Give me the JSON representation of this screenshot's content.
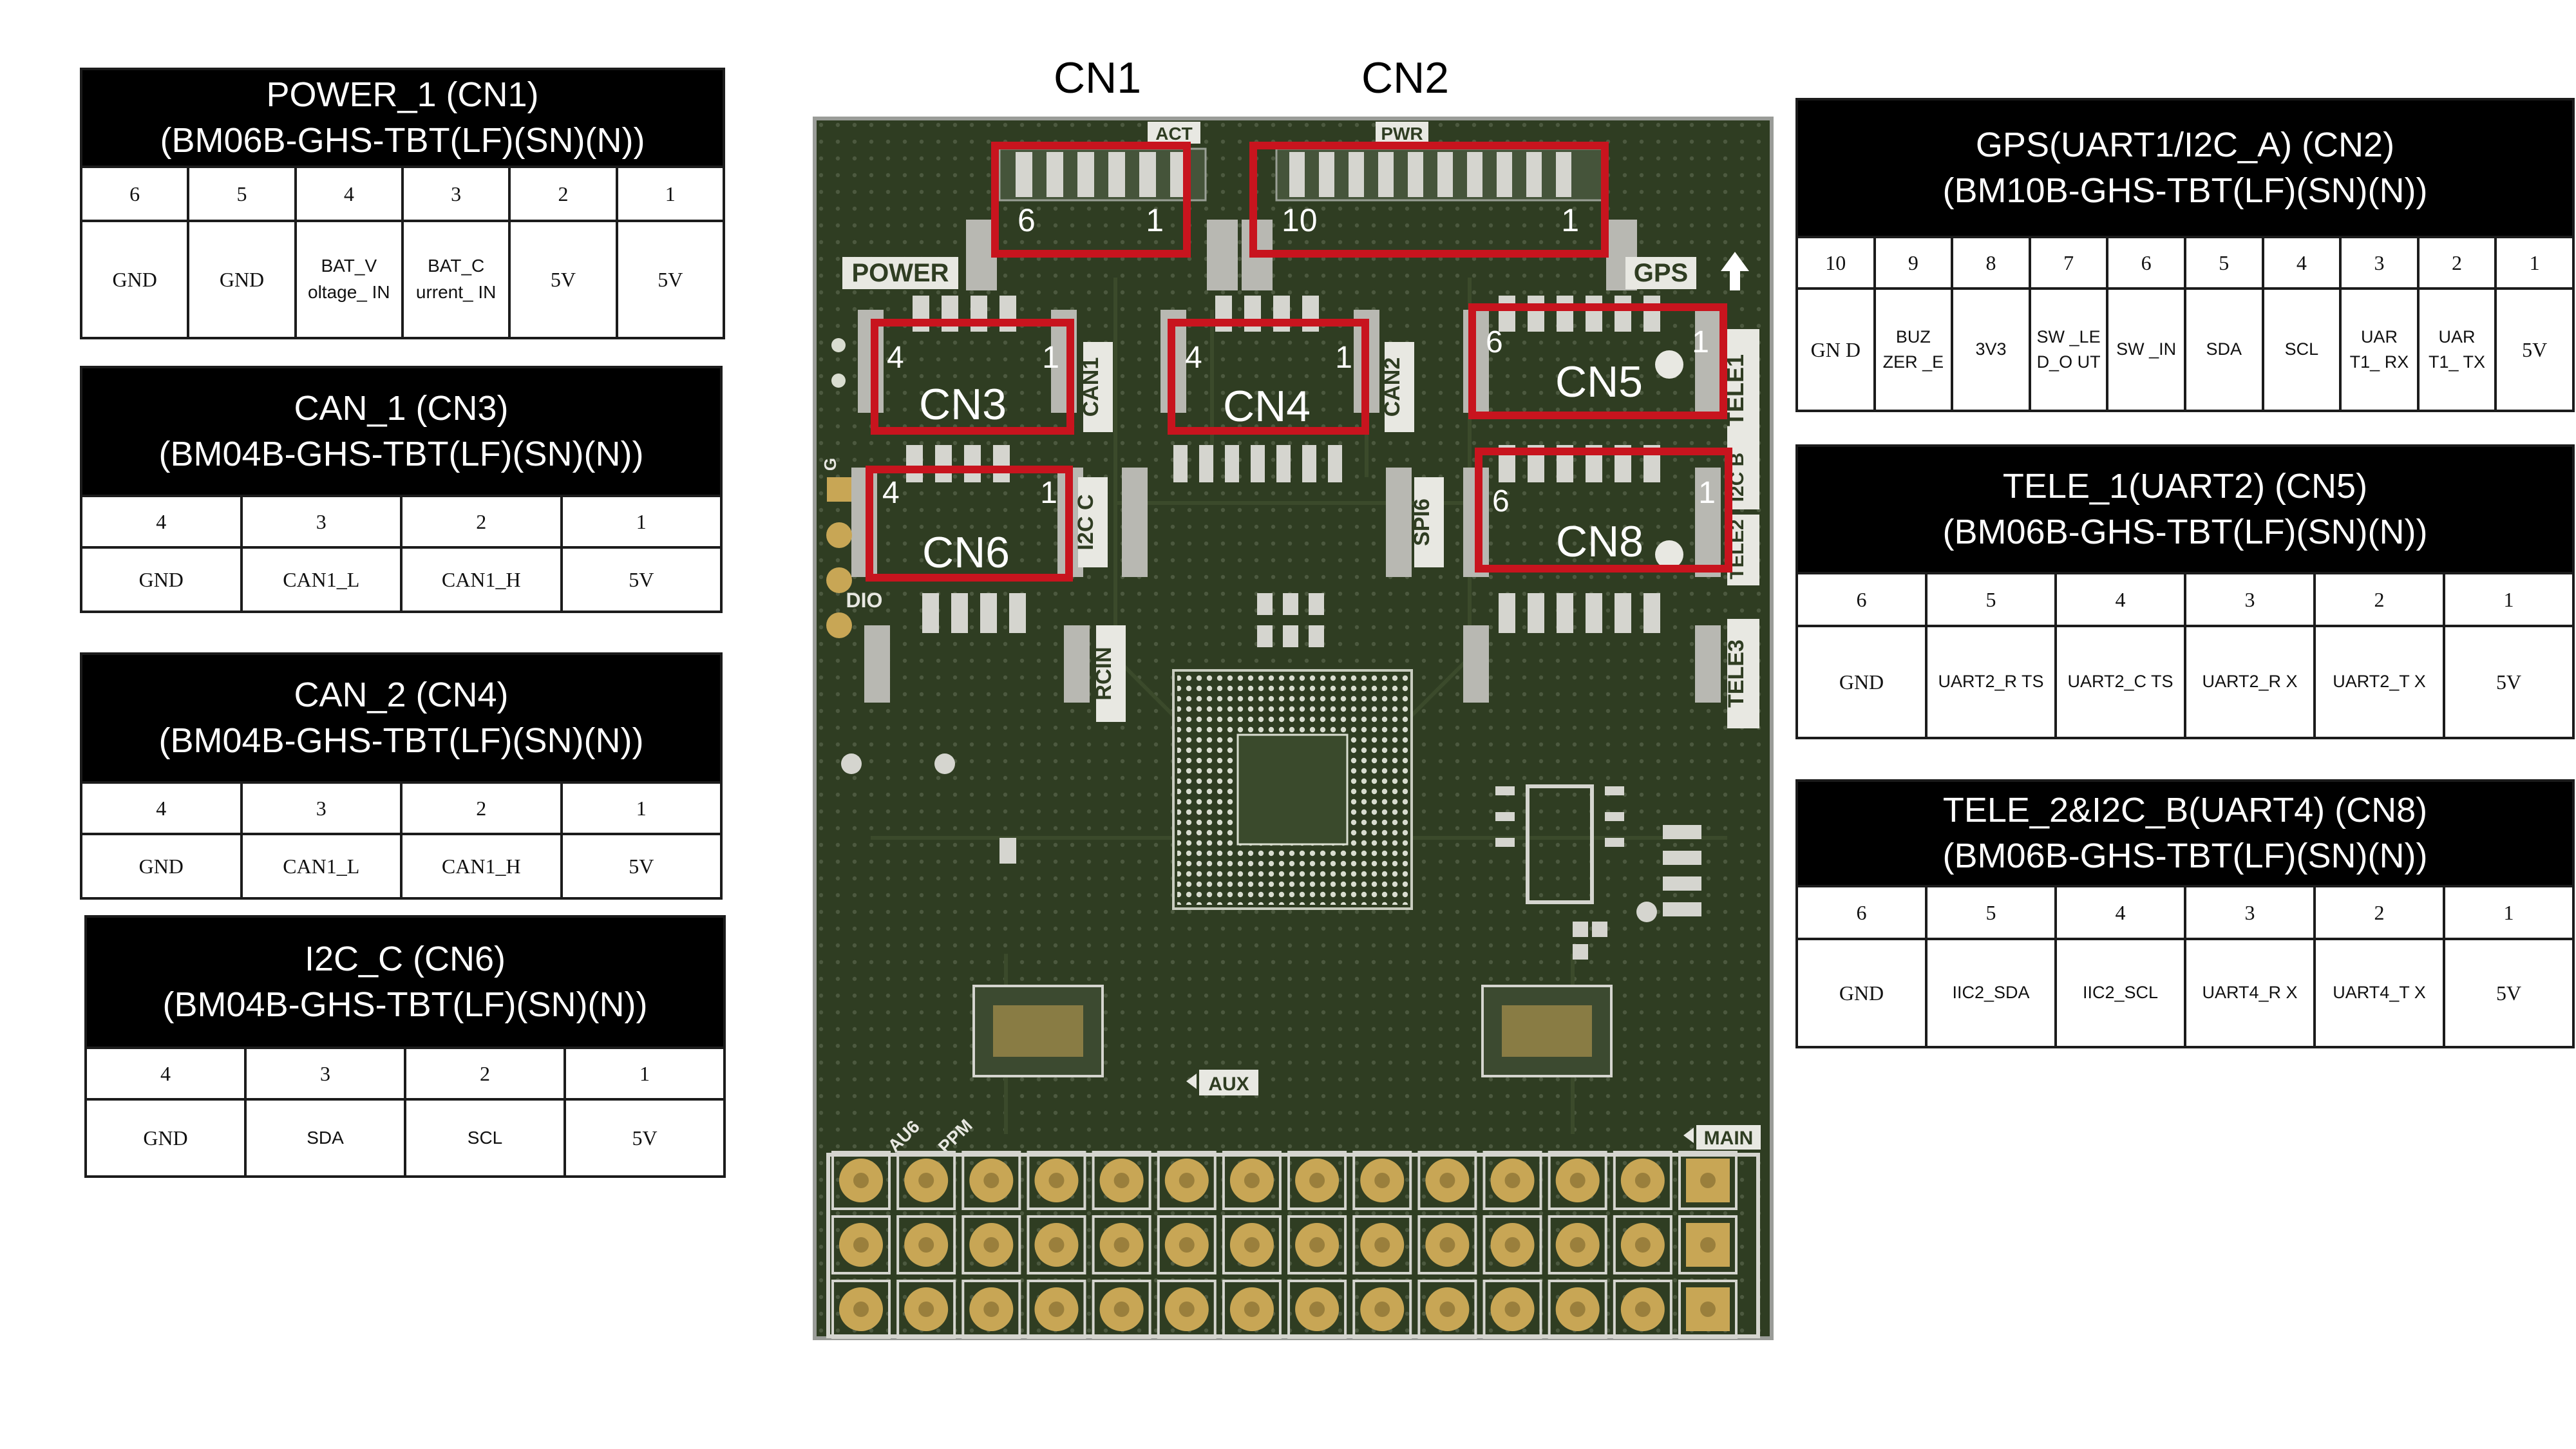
{
  "top_labels": {
    "cn1": "CN1",
    "cn2": "CN2"
  },
  "tables": {
    "power1": {
      "title": "POWER_1 (CN1)",
      "part": "(BM06B-GHS-TBT(LF)(SN)(N))",
      "pins": [
        "6",
        "5",
        "4",
        "3",
        "2",
        "1"
      ],
      "signals": [
        "GND",
        "GND",
        "BAT_V oltage_ IN",
        "BAT_C urrent_ IN",
        "5V",
        "5V"
      ]
    },
    "can1": {
      "title": "CAN_1 (CN3)",
      "part": "(BM04B-GHS-TBT(LF)(SN)(N))",
      "pins": [
        "4",
        "3",
        "2",
        "1"
      ],
      "signals": [
        "GND",
        "CAN1_L",
        "CAN1_H",
        "5V"
      ]
    },
    "can2": {
      "title": "CAN_2 (CN4)",
      "part": "(BM04B-GHS-TBT(LF)(SN)(N))",
      "pins": [
        "4",
        "3",
        "2",
        "1"
      ],
      "signals": [
        "GND",
        "CAN1_L",
        "CAN1_H",
        "5V"
      ]
    },
    "i2cc": {
      "title": "I2C_C (CN6)",
      "part": "(BM04B-GHS-TBT(LF)(SN)(N))",
      "pins": [
        "4",
        "3",
        "2",
        "1"
      ],
      "signals": [
        "GND",
        "SDA",
        "SCL",
        "5V"
      ]
    },
    "gps": {
      "title": "GPS(UART1/I2C_A) (CN2)",
      "part": "(BM10B-GHS-TBT(LF)(SN)(N))",
      "pins": [
        "10",
        "9",
        "8",
        "7",
        "6",
        "5",
        "4",
        "3",
        "2",
        "1"
      ],
      "signals": [
        "GN D",
        "BUZ ZER _E",
        "3V3",
        "SW _LE D_O UT",
        "SW _IN",
        "SDA",
        "SCL",
        "UAR T1_ RX",
        "UAR T1_ TX",
        "5V"
      ]
    },
    "tele1": {
      "title": "TELE_1(UART2) (CN5)",
      "part": "(BM06B-GHS-TBT(LF)(SN)(N))",
      "pins": [
        "6",
        "5",
        "4",
        "3",
        "2",
        "1"
      ],
      "signals": [
        "GND",
        "UART2_R TS",
        "UART2_C TS",
        "UART2_R X",
        "UART2_T X",
        "5V"
      ]
    },
    "tele2": {
      "title": "TELE_2&I2C_B(UART4) (CN8)",
      "part": "(BM06B-GHS-TBT(LF)(SN)(N))",
      "pins": [
        "6",
        "5",
        "4",
        "3",
        "2",
        "1"
      ],
      "signals": [
        "GND",
        "IIC2_SDA",
        "IIC2_SCL",
        "UART4_R X",
        "UART4_T X",
        "5V"
      ]
    }
  },
  "board": {
    "silkscreen": {
      "act": "ACT",
      "pwr": "PWR",
      "power": "POWER",
      "gps": "GPS",
      "can1": "CAN1",
      "can2": "CAN2",
      "tele1": "TELE1",
      "i2cc": "I2C C",
      "spi6": "SPI6",
      "tele2": "TELE2",
      "i2cb": "I2C B",
      "dio": "DIO",
      "g": "G",
      "rcin": "RCIN",
      "tele3": "TELE3",
      "aux": "AUX",
      "main": "MAIN",
      "au6": "AU6",
      "ppm": "PPM"
    },
    "callouts": [
      {
        "name": "CN1",
        "left_pin": "6",
        "right_pin": "1"
      },
      {
        "name": "CN2",
        "left_pin": "10",
        "right_pin": "1"
      },
      {
        "name": "CN3",
        "left_pin": "4",
        "right_pin": "1"
      },
      {
        "name": "CN4",
        "left_pin": "4",
        "right_pin": "1"
      },
      {
        "name": "CN5",
        "left_pin": "6",
        "right_pin": "1"
      },
      {
        "name": "CN6",
        "left_pin": "4",
        "right_pin": "1"
      },
      {
        "name": "CN8",
        "left_pin": "6",
        "right_pin": "1"
      }
    ]
  },
  "colors": {
    "pcb": "#2f3d22",
    "pad_gold": "#c8a655",
    "connector": "#b8b8b2",
    "callout_red": "#c8141e",
    "table_header": "#000000"
  }
}
